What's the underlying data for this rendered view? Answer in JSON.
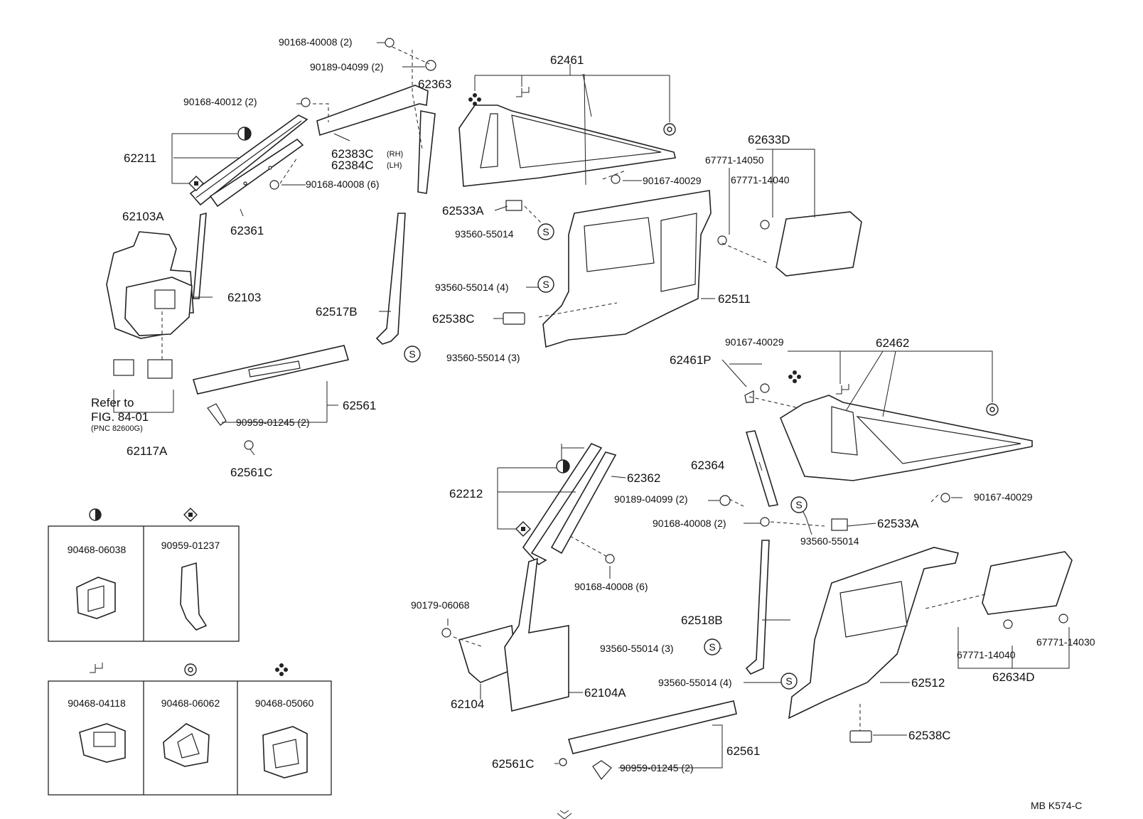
{
  "labels": {
    "p90168_40008_2": "90168-40008 (2)",
    "p90189_04099_2": "90189-04099 (2)",
    "p62363": "62363",
    "p62461": "62461",
    "p90168_40012_2": "90168-40012 (2)",
    "p62211": "62211",
    "p62383c": "62383C",
    "p62383c_rh": "(RH)",
    "p62384c": "62384C",
    "p62384c_lh": "(LH)",
    "p90168_40008_6": "90168-40008 (6)",
    "p90167_40029_a": "90167-40029",
    "p62633d": "62633D",
    "p67771_14050": "67771-14050",
    "p67771_14040_a": "67771-14040",
    "p62103a": "62103A",
    "p62361": "62361",
    "p62533a_a": "62533A",
    "p93560_55014_a": "93560-55014",
    "p62103": "62103",
    "p93560_55014_4a": "93560-55014 (4)",
    "p62511": "62511",
    "p62517b": "62517B",
    "p62538c_a": "62538C",
    "p93560_55014_3a": "93560-55014 (3)",
    "p90167_40029_b": "90167-40029",
    "p62462": "62462",
    "p62461p": "62461P",
    "refer1": "Refer to",
    "refer2": "FIG. 84-01",
    "refer3": "(PNC 82600G)",
    "p62561_a": "62561",
    "p90959_01245_a": "90959-01245 (2)",
    "p62117a": "62117A",
    "p62561c_a": "62561C",
    "p62364": "62364",
    "p62212": "62212",
    "p62362": "62362",
    "p90189_04099_2b": "90189-04099 (2)",
    "p90167_40029_c": "90167-40029",
    "p90168_40008_2b": "90168-40008 (2)",
    "p62533a_b": "62533A",
    "p93560_55014_b": "93560-55014",
    "p90168_40008_6b": "90168-40008 (6)",
    "p90179_06068": "90179-06068",
    "p62518b": "62518B",
    "p67771_14030": "67771-14030",
    "p67771_14040_b": "67771-14040",
    "p62634d": "62634D",
    "p93560_55014_3b": "93560-55014 (3)",
    "p62104": "62104",
    "p62104a": "62104A",
    "p93560_55014_4b": "93560-55014 (4)",
    "p62512": "62512",
    "p62538c_b": "62538C",
    "p62561c_b": "62561C",
    "p90959_01245_b": "90959-01245 (2)",
    "p62561_b": "62561",
    "ref_code": "MB  K574-C"
  },
  "legend": {
    "box1": [
      {
        "symbol": "half-circle-icon",
        "part": "90468-06038"
      },
      {
        "symbol": "diamond-icon",
        "part": "90959-01237"
      }
    ],
    "box2": [
      {
        "symbol": "pinwheel-icon",
        "part": "90468-04118"
      },
      {
        "symbol": "ring-icon",
        "part": "90468-06062"
      },
      {
        "symbol": "clover-icon",
        "part": "90468-05060"
      }
    ]
  },
  "s_mark": "S"
}
